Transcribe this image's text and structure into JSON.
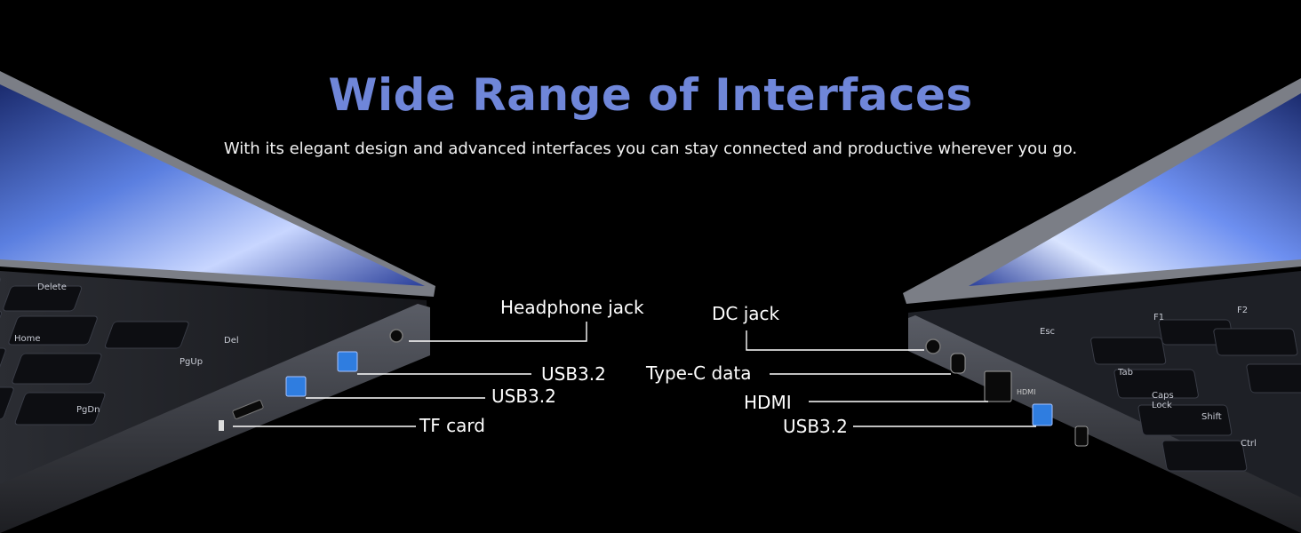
{
  "headline": "Wide Range of Interfaces",
  "subline": "With its elegant design and advanced interfaces you can stay connected and productive wherever you go.",
  "left_ports": {
    "headphone": "Headphone jack",
    "usb_top": "USB3.2",
    "usb_bottom": "USB3.2",
    "tf_card": "TF card"
  },
  "right_ports": {
    "dc": "DC jack",
    "type_c": "Type-C data",
    "hdmi": "HDMI",
    "usb": "USB3.2"
  },
  "left_keys": [
    "Delete",
    "Home",
    "PgUp",
    "PgDn",
    "Del"
  ],
  "right_keys": [
    "Esc",
    "F1",
    "F2",
    "Tab",
    "Caps Lock",
    "Shift",
    "Ctrl"
  ],
  "port_markings": {
    "hdmi": "HDMI"
  },
  "colors": {
    "accent": "#6f86d9",
    "background": "#000000",
    "usb_blue": "#2f7de0"
  }
}
